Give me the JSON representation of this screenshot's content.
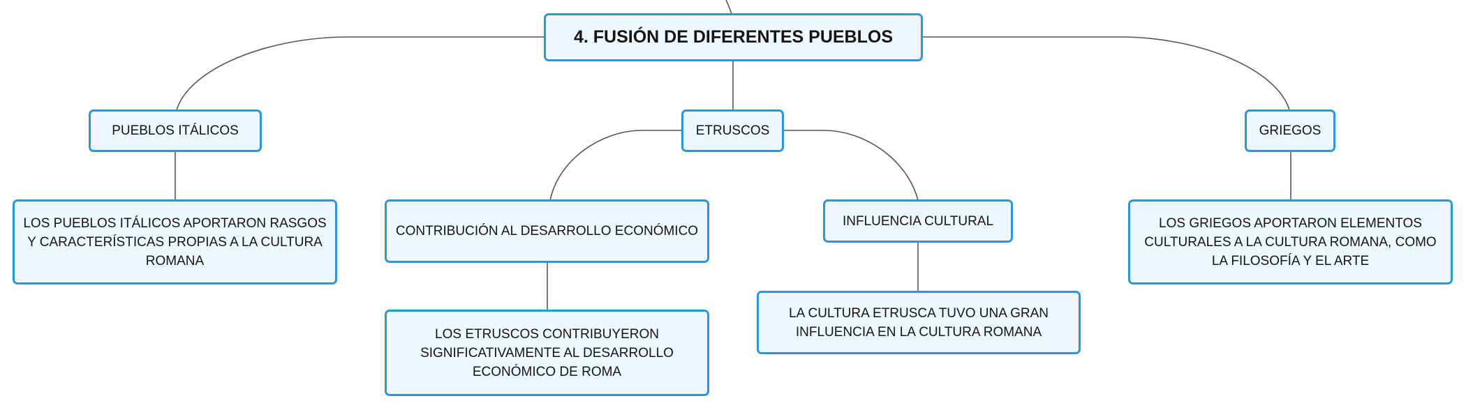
{
  "diagram": {
    "title": "4. FUSIÓN DE DIFERENTES PUEBLOS",
    "branches": {
      "italicos": {
        "label": "PUEBLOS ITÁLICOS",
        "detail": "LOS PUEBLOS ITÁLICOS APORTARON RASGOS Y CARACTERÍSTICAS PROPIAS A LA CULTURA ROMANA"
      },
      "etruscos": {
        "label": "ETRUSCOS",
        "children": {
          "economico": {
            "label": "CONTRIBUCIÓN AL DESARROLLO ECONÓMICO",
            "detail": "LOS ETRUSCOS CONTRIBUYERON SIGNIFICATIVAMENTE AL DESARROLLO ECONÓMICO DE ROMA"
          },
          "cultural": {
            "label": "INFLUENCIA CULTURAL",
            "detail": "LA CULTURA ETRUSCA TUVO UNA GRAN INFLUENCIA EN LA CULTURA ROMANA"
          }
        }
      },
      "griegos": {
        "label": "GRIEGOS",
        "detail": "LOS GRIEGOS APORTARON ELEMENTOS CULTURALES A LA CULTURA ROMANA, COMO LA FILOSOFÍA Y EL ARTE"
      }
    },
    "colors": {
      "border": "#2a96dc",
      "fill": "#eef7fd",
      "connector": "#555555",
      "text": "#141414"
    }
  }
}
